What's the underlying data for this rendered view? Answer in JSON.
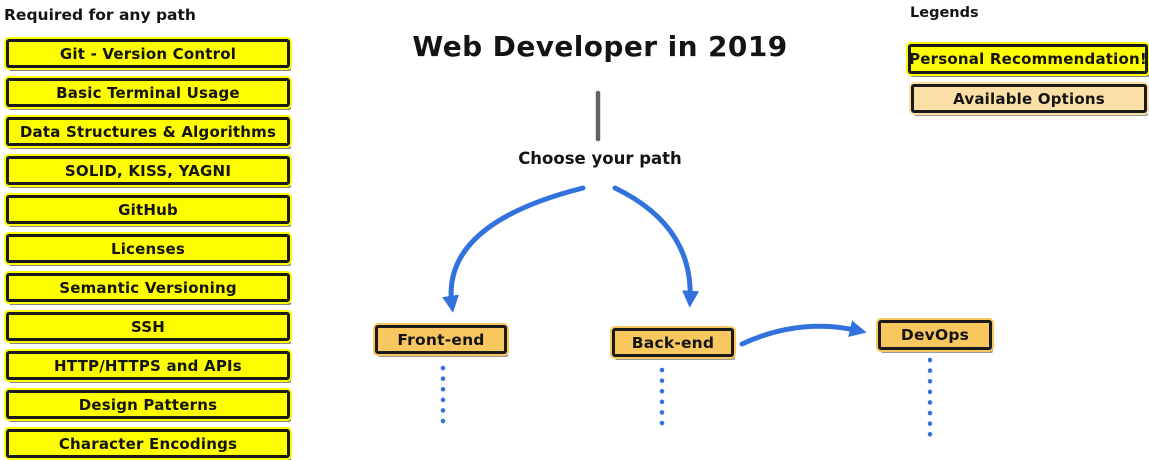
{
  "colors": {
    "yellow": "#fdfd00",
    "orange": "#f8c75f",
    "tan": "#fadfa6",
    "blue": "#3272dd",
    "ink": "#141414",
    "grayline": "#636363"
  },
  "required": {
    "title": "Required for any path",
    "items": [
      "Git - Version Control",
      "Basic Terminal Usage",
      "Data Structures & Algorithms",
      "SOLID, KISS, YAGNI",
      "GitHub",
      "Licenses",
      "Semantic Versioning",
      "SSH",
      "HTTP/HTTPS and APIs",
      "Design Patterns",
      "Character Encodings"
    ]
  },
  "header": {
    "title": "Web Developer in 2019",
    "choose_label": "Choose your path"
  },
  "paths": [
    {
      "label": "Front-end"
    },
    {
      "label": "Back-end"
    },
    {
      "label": "DevOps"
    }
  ],
  "legends": {
    "title": "Legends",
    "personal": "Personal Recommendation!",
    "available": "Available Options"
  }
}
